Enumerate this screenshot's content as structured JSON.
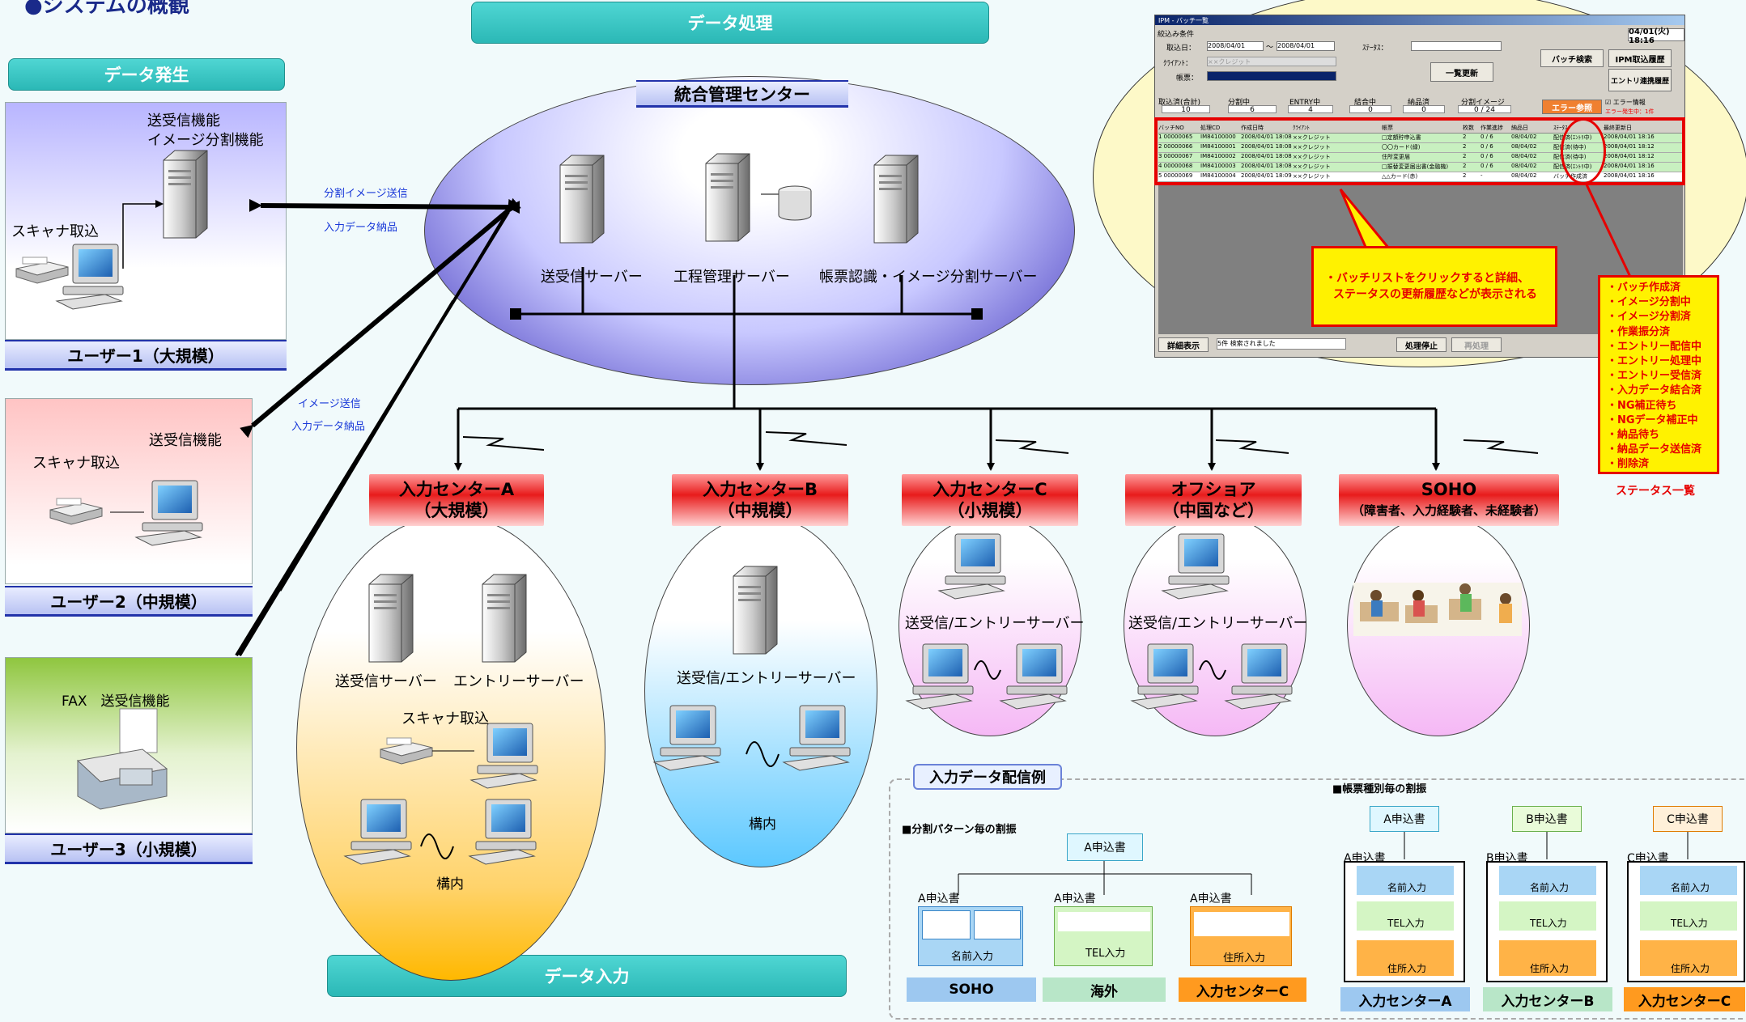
{
  "heading": "●システムの概観",
  "section_bars": {
    "generation": "データ発生",
    "processing": "データ処理",
    "input": "データ入力"
  },
  "users": [
    {
      "label": "ユーザー1（大規模）",
      "func": "送受信機能",
      "func2": "イメージ分割機能",
      "scan": "スキャナ取込"
    },
    {
      "label": "ユーザー2（中規模）",
      "func": "送受信機能",
      "scan": "スキャナ取込"
    },
    {
      "label": "ユーザー3（小規模）",
      "func": "FAX　送受信機能"
    }
  ],
  "links": {
    "u1_a": "分割イメージ送信",
    "u1_b": "入力データ納品",
    "u2_a": "イメージ送信",
    "u2_b": "入力データ納品"
  },
  "center": {
    "title": "統合管理センター",
    "servers": [
      "送受信サーバー",
      "工程管理サーバー",
      "帳票認識・イメージ分割サーバー"
    ]
  },
  "input_centers": [
    {
      "title": "入力センターA",
      "sub": "（大規模）",
      "servers": [
        "送受信サーバー",
        "エントリーサーバー"
      ],
      "scan": "スキャナ取込",
      "lan": "構内"
    },
    {
      "title": "入力センターB",
      "sub": "（中規模）",
      "server": "送受信/エントリーサーバー",
      "lan": "構内"
    },
    {
      "title": "入力センターC",
      "sub": "（小規模）",
      "server": "送受信/エントリーサーバー"
    },
    {
      "title": "オフショア",
      "sub": "（中国など）",
      "server": "送受信/エントリーサーバー"
    },
    {
      "title": "SOHO",
      "sub": "（障害者、入力経験者、未経験者）"
    }
  ],
  "app_window": {
    "title": "IPM - バッチ一覧",
    "datetime": "04/01(火) 18:16",
    "filter_label": "絞込み条件",
    "date_label": "取込日：",
    "date_from": "2008/04/01",
    "tilde": "～",
    "date_to": "2008/04/01",
    "status_label": "ｽﾃｰﾀｽ：",
    "client_label": "ｸﾗｲｱﾝﾄ：",
    "client_value": "××クレジット",
    "form_label": "帳票：",
    "btn_batch_search": "バッチ検索",
    "btn_ipm_history": "IPM取込履歴",
    "btn_entry_history": "エントリ連携履歴",
    "btn_refresh": "一覧更新",
    "btn_error": "エラー参照",
    "error_check": "エラー情報",
    "error_note": "エラー発生中：1件",
    "counts": [
      {
        "label": "取込済(合計)",
        "value": "10"
      },
      {
        "label": "分割中",
        "value": "6"
      },
      {
        "label": "ENTRY中",
        "value": "4"
      },
      {
        "label": "結合中",
        "value": "0"
      },
      {
        "label": "納品済",
        "value": "0"
      },
      {
        "label": "分割イメージ",
        "value": "0 / 24"
      }
    ],
    "columns": [
      "バッチNO",
      "処理CD",
      "作成日時",
      "ｸﾗｲｱﾝﾄ",
      "帳票",
      "枚数",
      "作業進捗",
      "納品日",
      "ｽﾃｰﾀｽ",
      "最終更新日"
    ],
    "rows": [
      [
        "1 00000065",
        "IM84100000",
        "2008/04/01 18:08",
        "××クレジット",
        "□定額貯申込書",
        "2",
        "0 / 6",
        "08/04/02",
        "配信済(ｴﾝﾄﾘ中)",
        "2008/04/01 18:16"
      ],
      [
        "2 00000066",
        "IM84100001",
        "2008/04/01 18:08",
        "××クレジット",
        "〇〇カード(緑)",
        "2",
        "0 / 6",
        "08/04/02",
        "配信済(待中)",
        "2008/04/01 18:12"
      ],
      [
        "3 00000067",
        "IM84100002",
        "2008/04/01 18:08",
        "××クレジット",
        "住所変更届",
        "2",
        "0 / 6",
        "08/04/02",
        "配信済(待中)",
        "2008/04/01 18:12"
      ],
      [
        "4 00000068",
        "IM84100003",
        "2008/04/01 18:08",
        "××クレジット",
        "□振替変更届出書(金融機)",
        "2",
        "0 / 6",
        "08/04/02",
        "配信済(ｴﾝﾄﾘ中)",
        "2008/04/01 18:16"
      ],
      [
        "5 00000069",
        "IM84100004",
        "2008/04/01 18:09",
        "××クレジット",
        "△△カード(赤)",
        "2",
        "-",
        "08/04/02",
        "バッチ作成済",
        "2008/04/01 18:16"
      ]
    ],
    "btn_detail": "詳細表示",
    "status_msg": "5件 検索されました",
    "btn_stop": "処理停止",
    "btn_restart": "再処理"
  },
  "callout_batch": [
    "・バッチリストをクリックすると詳細、",
    "ステータスの更新履歴などが表示される"
  ],
  "status_list": {
    "items": [
      "・バッチ作成済",
      "・イメージ分割中",
      "・イメージ分割済",
      "・作業振分済",
      "・エントリー配信中",
      "・エントリー処理中",
      "・エントリー受信済",
      "・入力データ結合済",
      "・NG補正待ち",
      "・NGデータ補正中",
      "・納品待ち",
      "・納品データ送信済",
      "・削除済"
    ],
    "caption": "ステータス一覧"
  },
  "delivery": {
    "title": "入力データ配信例",
    "split_heading": "■分割パターン毎の割振",
    "form_heading": "■帳票種別毎の割振",
    "form_a": "A申込書",
    "form_b": "B申込書",
    "form_c": "C申込書",
    "fields": {
      "name": "名前入力",
      "tel": "TEL入力",
      "addr": "住所入力"
    },
    "split_targets": [
      "SOHO",
      "海外",
      "入力センターC"
    ],
    "form_targets": [
      "入力センターA",
      "入力センターB",
      "入力センターC"
    ]
  },
  "colors": {
    "teal": "#2bb8b6",
    "red": "#e60000",
    "callout_yellow": "#fff200",
    "arrow": "#000000"
  }
}
